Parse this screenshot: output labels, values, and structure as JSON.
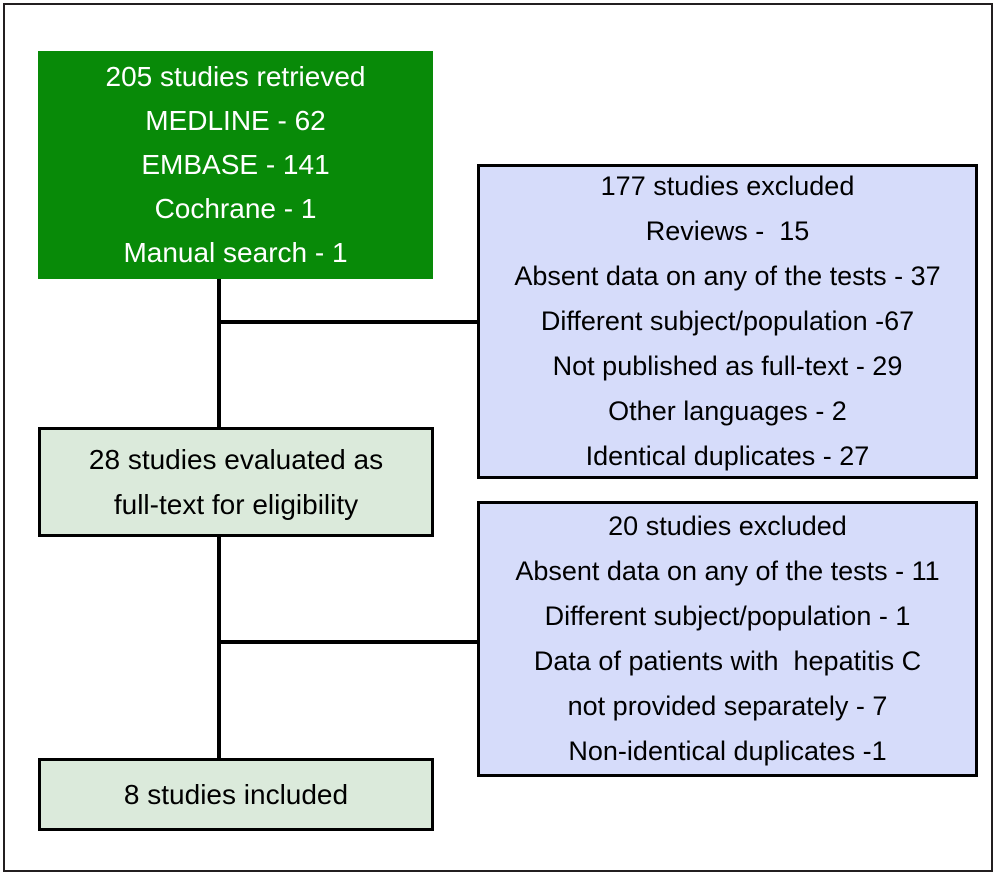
{
  "figure": {
    "type": "prisma-flow-diagram",
    "colors": {
      "identification_fill": "#088a08",
      "identification_text": "#ffffff",
      "stage_fill": "#dbeadb",
      "excluded_fill": "#d6dcfa",
      "border": "#000000",
      "frame": "#231f20"
    }
  },
  "nodes": {
    "retrieved": {
      "name": "studies-retrieved",
      "lines": [
        "205 studies retrieved",
        "MEDLINE - 62",
        "EMBASE - 141",
        "Cochrane - 1",
        "Manual search - 1"
      ],
      "total": 205,
      "sources": [
        {
          "label": "MEDLINE",
          "count": 62
        },
        {
          "label": "EMBASE",
          "count": 141
        },
        {
          "label": "Cochrane",
          "count": 1
        },
        {
          "label": "Manual search",
          "count": 1
        }
      ]
    },
    "eligibility": {
      "name": "studies-evaluated-full-text",
      "lines": [
        "28 studies evaluated as",
        "full-text for eligibility"
      ],
      "count": 28
    },
    "included": {
      "name": "studies-included",
      "lines": [
        "8 studies included"
      ],
      "count": 8
    },
    "excluded_screening": {
      "name": "studies-excluded-screening",
      "count": 177,
      "lines": [
        "177 studies excluded",
        "Reviews -  15",
        "Absent data on any of the tests - 37",
        "Different subject/population -67",
        "Not published as full-text - 29",
        "Other languages - 2",
        "Identical duplicates - 27"
      ],
      "reasons": [
        {
          "label": "Reviews",
          "count": 15
        },
        {
          "label": "Absent data on any of the tests",
          "count": 37
        },
        {
          "label": "Different subject/population",
          "count": 67
        },
        {
          "label": "Not published as full-text",
          "count": 29
        },
        {
          "label": "Other languages",
          "count": 2
        },
        {
          "label": "Identical duplicates",
          "count": 27
        }
      ]
    },
    "excluded_eligibility": {
      "name": "studies-excluded-eligibility",
      "count": 20,
      "lines": [
        "20 studies excluded",
        "Absent data on any of the tests - 11",
        "Different subject/population - 1",
        "Data of patients with  hepatitis C",
        "not provided separately - 7",
        "Non-identical duplicates -1"
      ],
      "reasons": [
        {
          "label": "Absent data on any of the tests",
          "count": 11
        },
        {
          "label": "Different subject/population",
          "count": 1
        },
        {
          "label": "Data of patients with hepatitis C not provided separately",
          "count": 7
        },
        {
          "label": "Non-identical duplicates",
          "count": 1
        }
      ]
    }
  }
}
